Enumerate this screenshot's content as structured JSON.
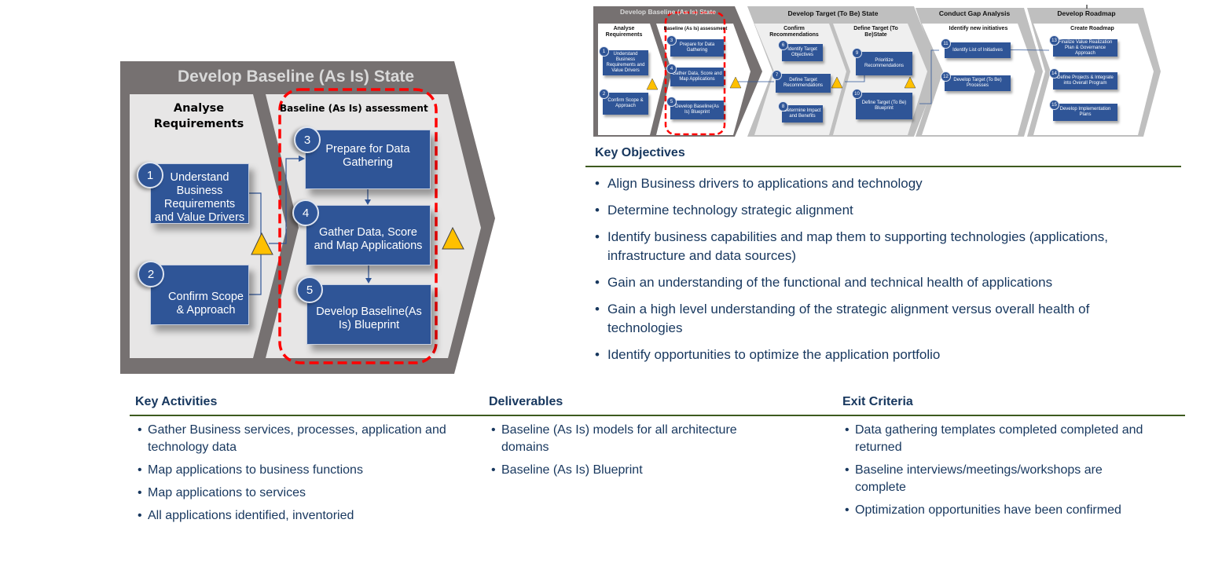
{
  "colors": {
    "box": "#2f5597",
    "outer": "#767171",
    "panel": "#e7e6e6",
    "highlight": "#ff0000",
    "triangle": "#ffc000",
    "text": "#17375e",
    "rule": "#3d5a1f"
  },
  "diagram": {
    "title": "Develop Baseline (As Is) State",
    "panel1": "Analyse Requirements",
    "panel2": "Baseline (As Is) assessment",
    "steps": [
      {
        "n": "1",
        "label": "Understand Business Requirements and Value Drivers"
      },
      {
        "n": "2",
        "label": "Confirm Scope & Approach"
      },
      {
        "n": "3",
        "label": "Prepare for Data Gathering"
      },
      {
        "n": "4",
        "label": "Gather Data, Score and Map Applications"
      },
      {
        "n": "5",
        "label": "Develop Baseline(As Is) Blueprint"
      }
    ]
  },
  "thumbnail": {
    "phases": [
      "Develop Baseline (As Is) State",
      "Develop Target (To Be) State",
      "Conduct Gap Analysis",
      "Develop Roadmap"
    ],
    "subphases": [
      "Analyse Requirements",
      "Baseline (As Is) assessment",
      "Confirm Recommendations",
      "Define Target (To Be)State",
      "Identify new initiatives",
      "Create Roadmap"
    ],
    "steps": [
      {
        "n": "1",
        "label": "Understand Business Requirements and Value Drivers"
      },
      {
        "n": "2",
        "label": "Confirm Scope & Approach"
      },
      {
        "n": "3",
        "label": "Prepare for Data Gathering"
      },
      {
        "n": "4",
        "label": "Gather Data, Score and Map Applications"
      },
      {
        "n": "5",
        "label": "Develop Baseline(As Is) Blueprint"
      },
      {
        "n": "6",
        "label": "Identify Target Objectives"
      },
      {
        "n": "7",
        "label": "Define Target Recommendations"
      },
      {
        "n": "8",
        "label": "Determine Impact and Benefits"
      },
      {
        "n": "9",
        "label": "Prioritize Recommendations"
      },
      {
        "n": "10",
        "label": "Define Target (To Be) Blueprint"
      },
      {
        "n": "11",
        "label": "Identify List of Initiatives"
      },
      {
        "n": "12",
        "label": "Develop Target (To Be) Processes"
      },
      {
        "n": "13",
        "label": "Finalize Value Realization Plan & Governance Approach"
      },
      {
        "n": "14",
        "label": "Define Projects & Integrate into Overall Program"
      },
      {
        "n": "15",
        "label": "Develop Implementation Plans"
      }
    ]
  },
  "key_objectives": {
    "title": "Key Objectives",
    "items": [
      "Align Business drivers to applications and technology",
      "Determine technology strategic alignment",
      "Identify business capabilities and map them to supporting technologies (applications, infrastructure and data sources)",
      "Gain an understanding of the functional and technical health of applications",
      "Gain a high level understanding of the strategic alignment versus overall health of technologies",
      "Identify opportunities to optimize the application portfolio"
    ]
  },
  "key_activities": {
    "title": "Key Activities",
    "items": [
      "Gather Business services, processes, application and technology data",
      "Map applications to business functions",
      "Map applications to services",
      "All applications identified, inventoried"
    ]
  },
  "deliverables": {
    "title": "Deliverables",
    "items": [
      "Baseline (As Is) models for all architecture domains",
      "Baseline (As Is) Blueprint"
    ]
  },
  "exit_criteria": {
    "title": "Exit Criteria",
    "items": [
      "Data gathering templates completed completed and returned",
      "Baseline interviews/meetings/workshops are complete",
      "Optimization  opportunities have been confirmed"
    ]
  }
}
